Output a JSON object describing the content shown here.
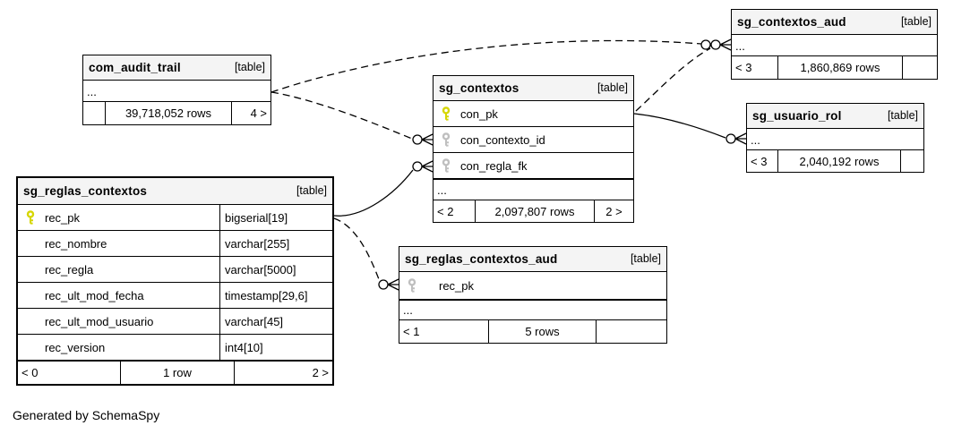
{
  "page": {
    "generator_note": "Generated by SchemaSpy"
  },
  "colors": {
    "primary_key": "#d6d600",
    "foreign_key": "#bfbfbf",
    "header_bg": "#f4f4f4",
    "relationship_line": "#000000"
  },
  "tables": {
    "com_audit_trail": {
      "name": "com_audit_trail",
      "tag": "[table]",
      "ellipsis": "...",
      "footer_left": "",
      "footer_center": "39,718,052 rows",
      "footer_right": "4 >"
    },
    "sg_contextos_aud": {
      "name": "sg_contextos_aud",
      "tag": "[table]",
      "ellipsis": "...",
      "footer_left": "< 3",
      "footer_center": "1,860,869 rows",
      "footer_right": ""
    },
    "sg_contextos": {
      "name": "sg_contextos",
      "tag": "[table]",
      "ellipsis": "...",
      "columns": [
        {
          "name": "con_pk",
          "key": "primary"
        },
        {
          "name": "con_contexto_id",
          "key": "foreign"
        },
        {
          "name": "con_regla_fk",
          "key": "foreign"
        }
      ],
      "footer_left": "< 2",
      "footer_center": "2,097,807 rows",
      "footer_right": "2 >"
    },
    "sg_usuario_rol": {
      "name": "sg_usuario_rol",
      "tag": "[table]",
      "ellipsis": "...",
      "footer_left": "< 3",
      "footer_center": "2,040,192 rows",
      "footer_right": ""
    },
    "sg_reglas_contextos": {
      "name": "sg_reglas_contextos",
      "tag": "[table]",
      "columns": [
        {
          "name": "rec_pk",
          "type": "bigserial[19]",
          "key": "primary"
        },
        {
          "name": "rec_nombre",
          "type": "varchar[255]",
          "key": "none"
        },
        {
          "name": "rec_regla",
          "type": "varchar[5000]",
          "key": "none"
        },
        {
          "name": "rec_ult_mod_fecha",
          "type": "timestamp[29,6]",
          "key": "none"
        },
        {
          "name": "rec_ult_mod_usuario",
          "type": "varchar[45]",
          "key": "none"
        },
        {
          "name": "rec_version",
          "type": "int4[10]",
          "key": "none"
        }
      ],
      "footer_left": "< 0",
      "footer_center": "1 row",
      "footer_right": "2 >"
    },
    "sg_reglas_contextos_aud": {
      "name": "sg_reglas_contextos_aud",
      "tag": "[table]",
      "ellipsis": "...",
      "columns": [
        {
          "name": "rec_pk",
          "key": "foreign"
        }
      ],
      "footer_left": "< 1",
      "footer_center": "5 rows",
      "footer_right": ""
    }
  }
}
